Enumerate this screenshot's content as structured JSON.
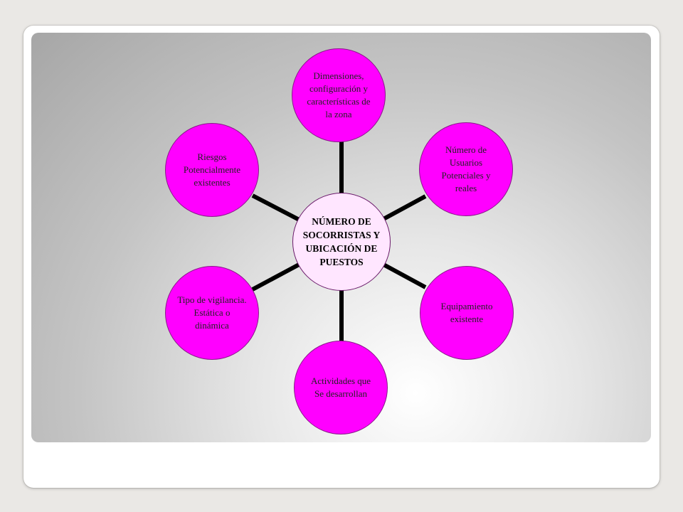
{
  "diagram": {
    "center": "NÚMERO DE\nSOCORRISTAS Y\nUBICACIÓN DE\nPUESTOS",
    "nodes": [
      "Dimensiones,\nconfiguración y\ncaracterísticas de\nla zona",
      "Número de\nUsuarios\nPotenciales y\nreales",
      "Equipamiento\nexistente",
      "Actividades que\nSe desarrollan",
      "Tipo de vigilancia.\nEstática o\ndinámica",
      "Riesgos\nPotencialmente\nexistentes"
    ]
  },
  "colors": {
    "node_fill": "#ff00ff",
    "center_fill": "#ffe6ff",
    "connector": "#000000"
  }
}
